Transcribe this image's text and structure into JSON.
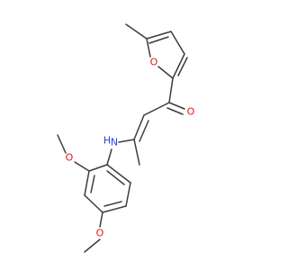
{
  "molecule": {
    "atoms": {
      "furan_oxygen": "O",
      "carbonyl_oxygen": "O",
      "amine_nitrogen": "N",
      "amine_hydrogen": "H",
      "methoxy_oxygen_1": "O",
      "methoxy_oxygen_2": "O"
    }
  },
  "colors": {
    "bond": "#3c3c3c",
    "oxygen": "#e8140c",
    "nitrogen": "#2f3fd8",
    "background": "#ffffff"
  }
}
